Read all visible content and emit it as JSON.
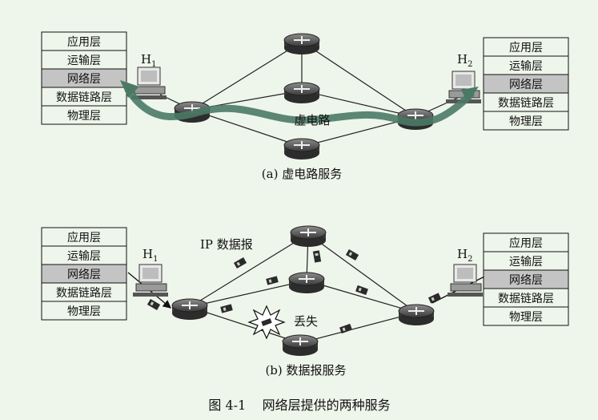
{
  "colors": {
    "background": "#eef5ea",
    "highlight_layer": "#c4c4c4",
    "virtual_circuit_arrow": "#4a7a66",
    "link_line": "#222222"
  },
  "protocol_stack": {
    "layers": [
      "应用层",
      "运输层",
      "网络层",
      "数据链路层",
      "物理层"
    ],
    "highlight_index": 2
  },
  "hosts": {
    "h1": {
      "letter": "H",
      "sub": "1"
    },
    "h2": {
      "letter": "H",
      "sub": "2"
    }
  },
  "panel_a": {
    "vc_label": "虚电路",
    "caption": "(a) 虚电路服务"
  },
  "panel_b": {
    "datagram_label": "IP 数据报",
    "lost_label": "丢失",
    "caption": "(b) 数据报服务"
  },
  "figure_caption": "图 4-1    网络层提供的两种服务",
  "icons": [
    "router-icon",
    "computer-icon",
    "packet-icon",
    "explosion-icon"
  ]
}
